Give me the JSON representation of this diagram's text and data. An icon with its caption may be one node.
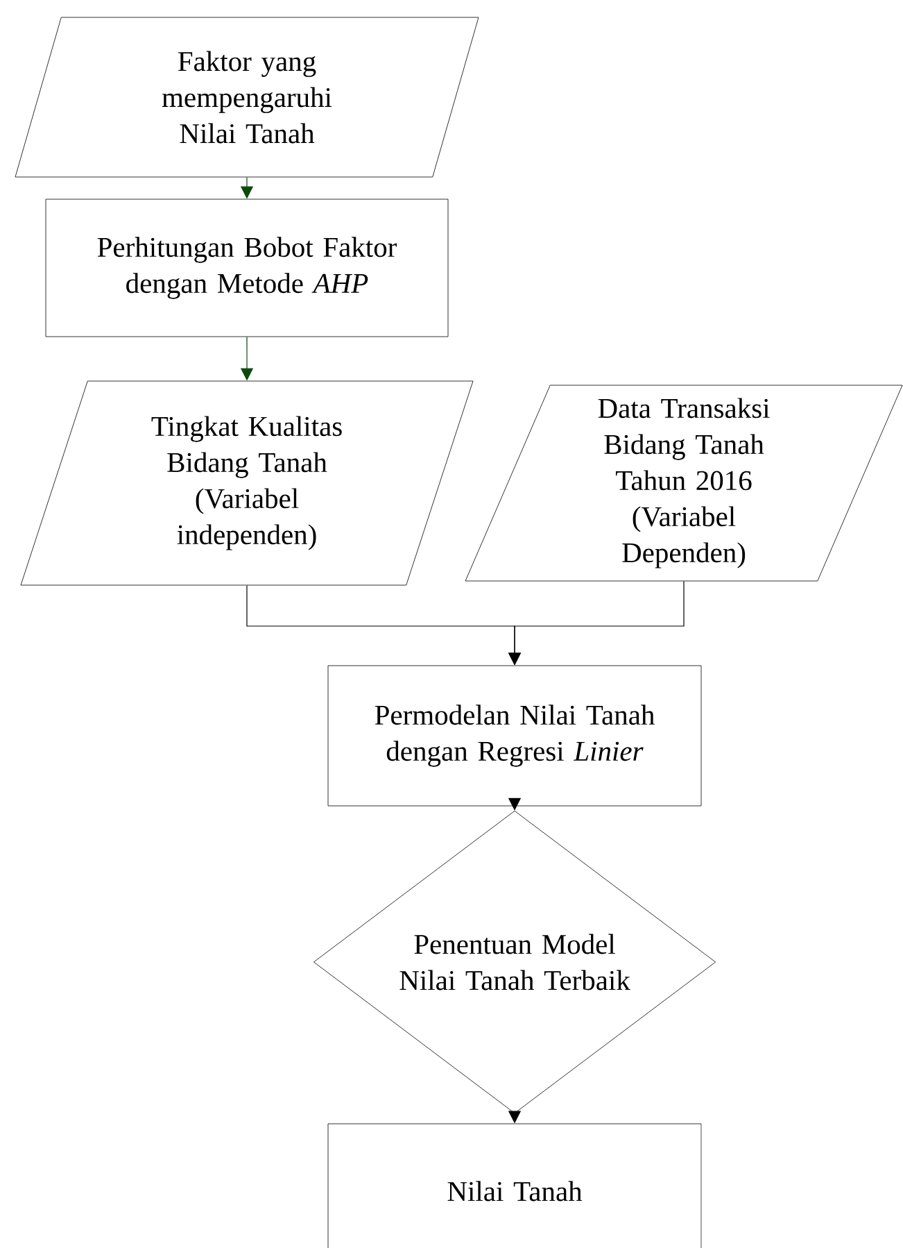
{
  "diagram": {
    "nodes": [
      {
        "text": [
          "Faktor yang mempengaruhi Nilai Tanah"
        ]
      },
      {
        "text": [
          "Perhitungan  Bobot Faktor dengan Metode *AHP*"
        ]
      },
      {
        "text": [
          "Tingkat Kualitas Bidang Tanah (Variabel independen)"
        ]
      },
      {
        "text": [
          "Data Transaksi Bidang Tanah Tahun 2016 (Variabel Dependen)"
        ]
      },
      {
        "text": [
          "Permodelan Nilai Tanah dengan Regresi *Linier*"
        ]
      },
      {
        "text": [
          "Penentuan Model Nilai Tanah Terbaik"
        ]
      },
      {
        "text": [
          "Nilai Tanah"
        ]
      }
    ],
    "edges": [
      {
        "from": 0,
        "to": 1,
        "arrow": "to",
        "color": "#0b4a0b"
      },
      {
        "from": 1,
        "to": 2,
        "arrow": "to",
        "color": "#0b4a0b"
      },
      {
        "from": 2,
        "to": 4,
        "arrow": "to"
      },
      {
        "from": 3,
        "to": 4,
        "arrow": "to"
      },
      {
        "from": 4,
        "to": 5,
        "arrow": "to"
      },
      {
        "from": 5,
        "to": 6,
        "arrow": "to"
      }
    ]
  }
}
